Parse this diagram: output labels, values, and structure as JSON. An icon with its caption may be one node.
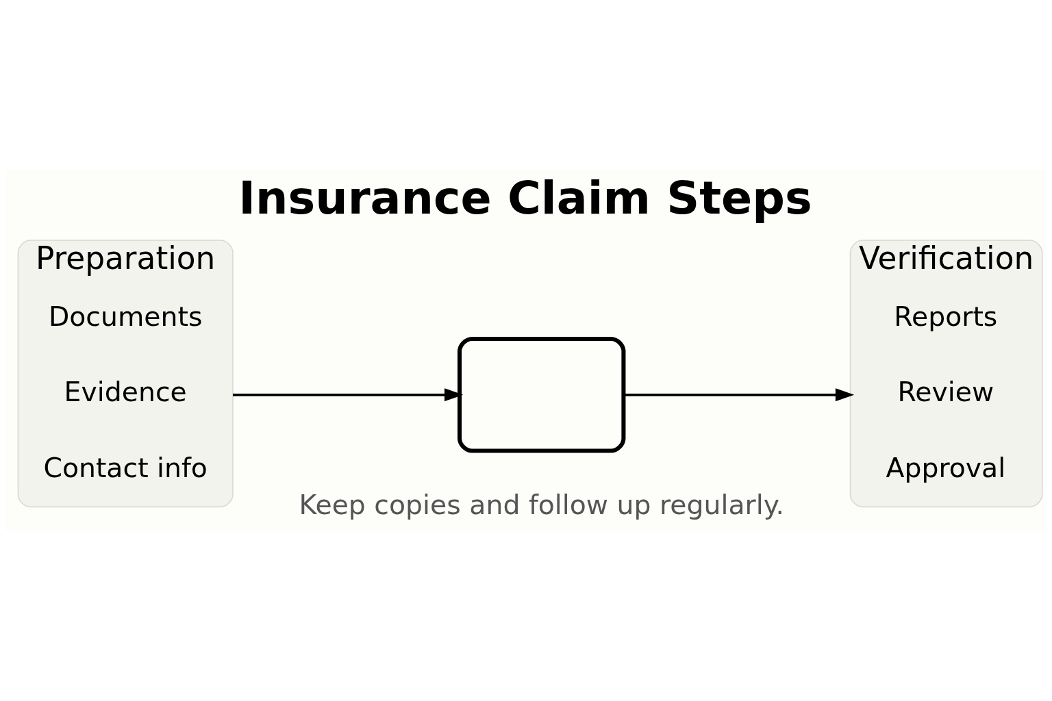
{
  "diagram": {
    "title": "Insurance Claim Steps",
    "caption": "Keep copies and follow up regularly.",
    "nodes": [
      {
        "text": [
          "Preparation"
        ]
      },
      {
        "text": [
          "Documents"
        ],
        "in": 0
      },
      {
        "text": [
          "Evidence"
        ],
        "in": 0
      },
      {
        "text": [
          "Contact info"
        ],
        "in": 0
      },
      {
        "text": [],
        "shape": "envelope"
      },
      {
        "text": [
          "Verification"
        ]
      },
      {
        "text": [
          "Reports"
        ],
        "in": 5
      },
      {
        "text": [
          "Review"
        ],
        "in": 5
      },
      {
        "text": [
          "Approval"
        ],
        "in": 5
      }
    ],
    "edges": [
      {
        "from": 0,
        "to": 4,
        "arrow": "to"
      },
      {
        "from": 4,
        "to": 5,
        "arrow": "to"
      }
    ]
  }
}
